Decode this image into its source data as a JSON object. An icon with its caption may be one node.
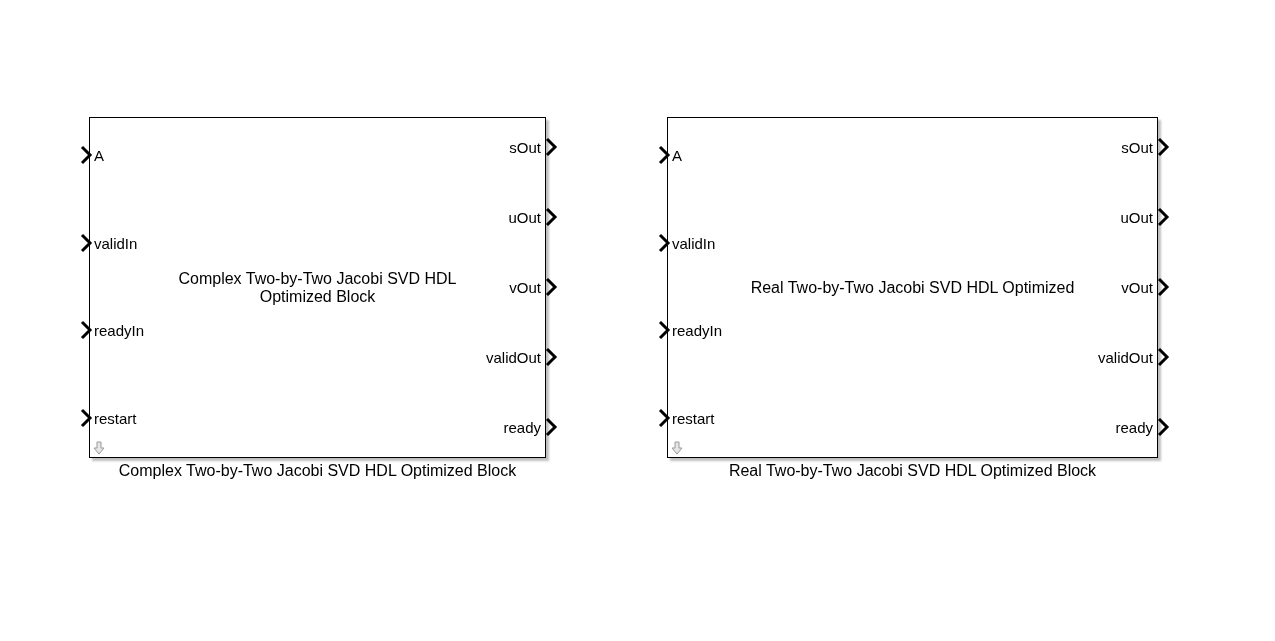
{
  "diagram": {
    "nodes": [
      {
        "text": [
          "Complex Two-by-Two Jacobi SVD HDL Optimized Block"
        ],
        "beside": [
          "Complex Two-by-Two Jacobi SVD HDL Optimized Block"
        ]
      },
      {
        "text": [
          "A"
        ],
        "in": 0
      },
      {
        "text": [
          "validIn"
        ],
        "in": 0
      },
      {
        "text": [
          "readyIn"
        ],
        "in": 0
      },
      {
        "text": [
          "restart"
        ],
        "in": 0
      },
      {
        "text": [
          "sOut"
        ],
        "in": 0
      },
      {
        "text": [
          "uOut"
        ],
        "in": 0
      },
      {
        "text": [
          "vOut"
        ],
        "in": 0
      },
      {
        "text": [
          "validOut"
        ],
        "in": 0
      },
      {
        "text": [
          "ready"
        ],
        "in": 0
      },
      {
        "text": [
          "Real Two-by-Two Jacobi SVD HDL Optimized"
        ],
        "beside": [
          "Real Two-by-Two Jacobi SVD HDL Optimized Block"
        ]
      },
      {
        "text": [
          "A"
        ],
        "in": 10
      },
      {
        "text": [
          "validIn"
        ],
        "in": 10
      },
      {
        "text": [
          "readyIn"
        ],
        "in": 10
      },
      {
        "text": [
          "restart"
        ],
        "in": 10
      },
      {
        "text": [
          "sOut"
        ],
        "in": 10
      },
      {
        "text": [
          "uOut"
        ],
        "in": 10
      },
      {
        "text": [
          "vOut"
        ],
        "in": 10
      },
      {
        "text": [
          "validOut"
        ],
        "in": 10
      },
      {
        "text": [
          "ready"
        ],
        "in": 10
      }
    ],
    "edges": []
  }
}
